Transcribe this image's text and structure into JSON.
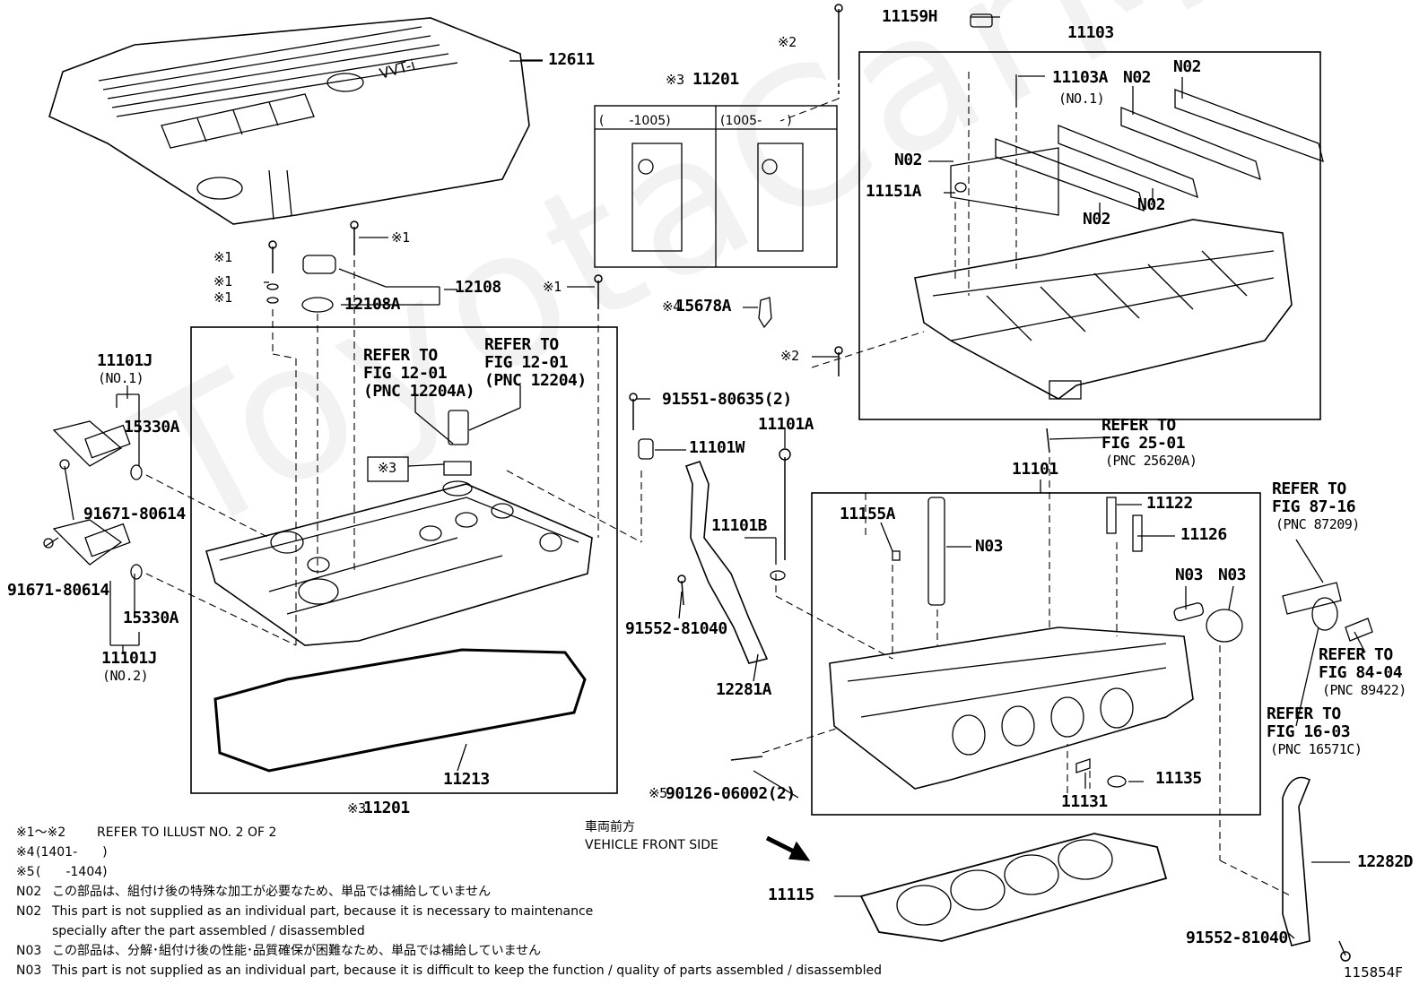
{
  "watermark": "ToyotaCarMinsk",
  "figure_id": "115854F",
  "parts": {
    "p12611": "12611",
    "p11103": "11103",
    "p11159H": "11159H",
    "m2_top": "※2",
    "p11103A": "11103A",
    "p11103A_sub": "(NO.1)",
    "n02_a": "N02",
    "n02_b": "N02",
    "n02_c": "N02",
    "n02_d": "N02",
    "n02_e": "N02",
    "p11151A": "11151A",
    "p11201_top": "11201",
    "m3_top": "※3",
    "period_a": "(　　-1005)",
    "period_b": "(1005-　　)",
    "m1_a": "※1",
    "m1_b": "※1",
    "m1_c": "※1",
    "m1_d": "※1",
    "m1_e": "※1",
    "p12108": "12108",
    "p12108A": "12108A",
    "m4": "※4",
    "p15678A": "15678A",
    "m2_mid": "※2",
    "refer1_l1": "REFER TO",
    "refer1_l2": "FIG 12-01",
    "refer1_l3": "(PNC 12204A)",
    "refer2_l1": "REFER TO",
    "refer2_l2": "FIG 12-01",
    "refer2_l3": "(PNC 12204)",
    "p11101J_1": "11101J",
    "p11101J_1_sub": "(NO.1)",
    "p15330A_1": "15330A",
    "m3_box": "※3",
    "p91551": "91551-80635(2)",
    "p11101W": "11101W",
    "p11101A": "11101A",
    "refer3_l1": "REFER TO",
    "refer3_l2": "FIG 25-01",
    "refer3_l3": "(PNC 25620A)",
    "p11101": "11101",
    "p91671_a": "91671-80614",
    "p91671_b": "91671-80614",
    "p11101B": "11101B",
    "p11155A": "11155A",
    "n03_a": "N03",
    "p11122": "11122",
    "p11126": "11126",
    "refer4_l1": "REFER TO",
    "refer4_l2": "FIG 87-16",
    "refer4_l3": "(PNC 87209)",
    "p15330A_2": "15330A",
    "p11101J_2": "11101J",
    "p11101J_2_sub": "(NO.2)",
    "p91552_a": "91552-81040",
    "n03_b": "N03",
    "n03_c": "N03",
    "refer5_l1": "REFER TO",
    "refer5_l2": "FIG 84-04",
    "refer5_l3": "(PNC 89422)",
    "p12281A": "12281A",
    "refer6_l1": "REFER TO",
    "refer6_l2": "FIG 16-03",
    "refer6_l3": "(PNC 16571C)",
    "p11213": "11213",
    "m5": "※5",
    "p90126": "90126-06002(2)",
    "p11135": "11135",
    "p11131": "11131",
    "m3_bot": "※3",
    "p11201_bot": "11201",
    "p11115": "11115",
    "p12282D": "12282D",
    "p91552_b": "91552-81040"
  },
  "front": {
    "jp": "車両前方",
    "en": "VEHICLE FRONT SIDE"
  },
  "notes": [
    {
      "key": "※1～※2",
      "text": "REFER TO ILLUST NO. 2 OF 2"
    },
    {
      "key": "※4",
      "text": "(1401-　　)"
    },
    {
      "key": "※5",
      "text": "(　　-1404)"
    },
    {
      "key": "N02",
      "text": "この部品は、組付け後の特殊な加工が必要なため、単品では補給していません"
    },
    {
      "key": "N02",
      "text": "This part is not supplied as an individual part, because it is necessary to maintenance"
    },
    {
      "key": "",
      "text": "specially after the part assembled / disassembled"
    },
    {
      "key": "N03",
      "text": "この部品は、分解･組付け後の性能･品質確保が困難なため、単品では補給していません"
    },
    {
      "key": "N03",
      "text": "This part is not supplied as an individual part, because it is difficult to keep the function / quality of parts  assembled / disassembled"
    }
  ]
}
